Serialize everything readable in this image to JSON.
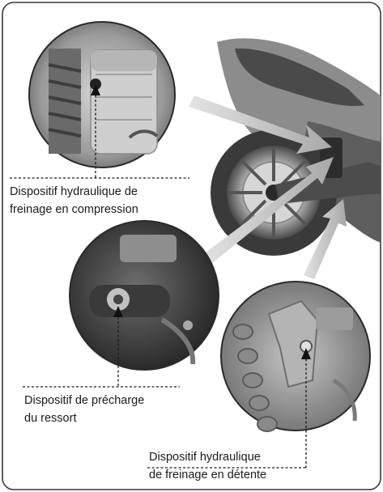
{
  "figure": {
    "theme": "grayscale",
    "callouts": {
      "compression": {
        "line1": "Dispositif hydraulique de",
        "line2": "freinage en compression"
      },
      "preload": {
        "line1": "Dispositif de précharge",
        "line2": "du ressort"
      },
      "rebound": {
        "line1": "Dispositif hydraulique",
        "line2": "de freinage en détente"
      }
    },
    "colors": {
      "frame_border": "#3a3a3a",
      "arrow_fill": "#bdbdbd",
      "photo_dark": "#2c2c2c",
      "photo_mid": "#7a7a7a",
      "photo_light": "#d0d0d0"
    }
  }
}
